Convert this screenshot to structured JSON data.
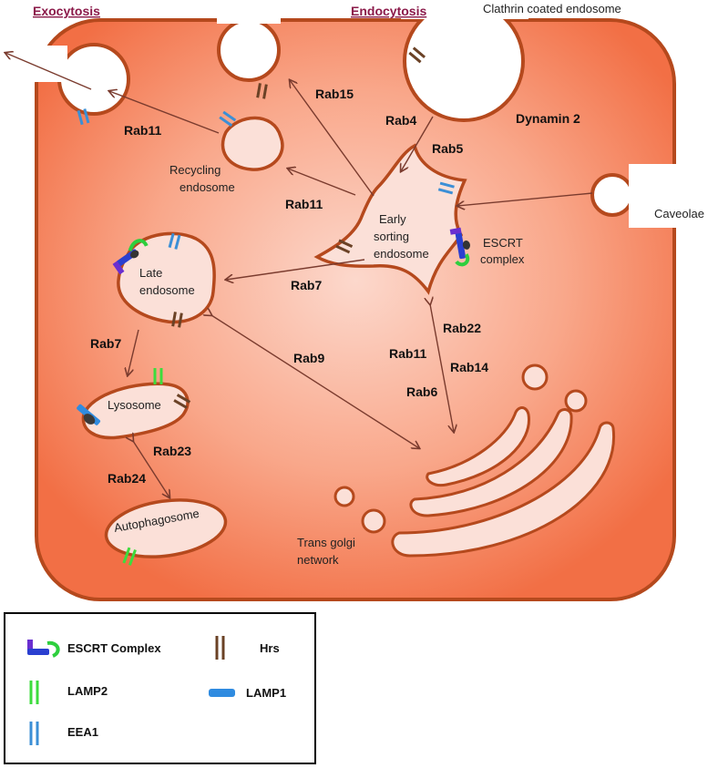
{
  "headers": {
    "exocytosis": "Exocytosis",
    "endocytosis": "Endocytosis"
  },
  "organelles": {
    "clathrin": "Clathrin coated endosome",
    "dynamin": "Dynamin 2",
    "caveolae": "Caveolae",
    "recycling_1": "Recycling",
    "recycling_2": "endosome",
    "early_1": "Early",
    "early_2": "sorting",
    "early_3": "endosome",
    "escrt_1": "ESCRT",
    "escrt_2": "complex",
    "late_1": "Late",
    "late_2": "endosome",
    "lysosome": "Lysosome",
    "autophagosome": "Autophagosome",
    "golgi_1": "Trans golgi",
    "golgi_2": "network"
  },
  "rabs": {
    "rab11_exo": "Rab11",
    "rab15": "Rab15",
    "rab4": "Rab4",
    "rab5": "Rab5",
    "rab11_rec": "Rab11",
    "rab7_late": "Rab7",
    "rab7_lys": "Rab7",
    "rab9": "Rab9",
    "rab22": "Rab22",
    "rab11_golgi": "Rab11",
    "rab14": "Rab14",
    "rab6": "Rab6",
    "rab23": "Rab23",
    "rab24": "Rab24"
  },
  "legend": {
    "escrt": "ESCRT Complex",
    "lamp2": "LAMP2",
    "eea1": "EEA1",
    "hrs": "Hrs",
    "lamp1": "LAMP1"
  },
  "colors": {
    "cell_fill_center": "#fcd3c6",
    "cell_fill_edge": "#f26f45",
    "membrane": "#b5491d",
    "organelle_fill": "#fbe0d8",
    "arrow": "#7a3b2e",
    "eea1": "#3b8fd6",
    "hrs": "#6b4226",
    "lamp2": "#3ddc3d",
    "lamp1": "#2f8be0",
    "escrt_blue": "#2a3fd0",
    "escrt_purple": "#6a2fd0",
    "escrt_green": "#2ecf3e",
    "header": "#8b1a4a"
  }
}
